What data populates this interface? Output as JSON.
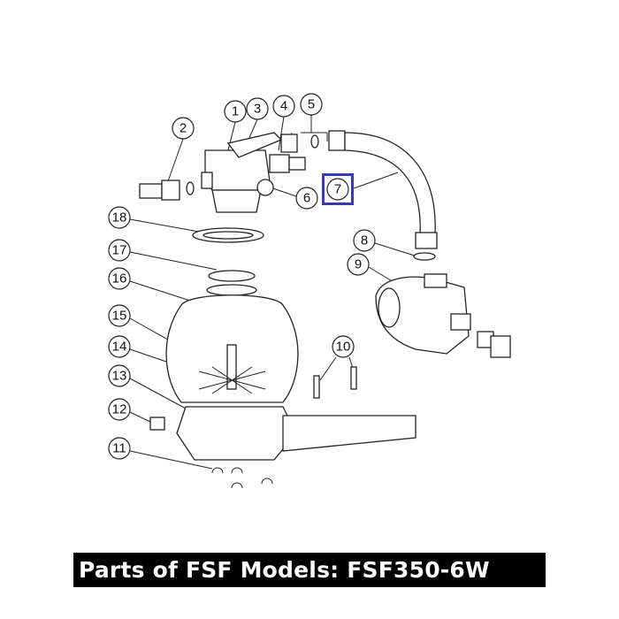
{
  "caption": "Parts of FSF Models: FSF350-6W",
  "highlight_color": "#3a3ab0",
  "highlighted_part": "7",
  "callouts": [
    "1",
    "2",
    "3",
    "4",
    "5",
    "6",
    "7",
    "8",
    "9",
    "10",
    "11",
    "12",
    "13",
    "14",
    "15",
    "16",
    "17",
    "18"
  ]
}
